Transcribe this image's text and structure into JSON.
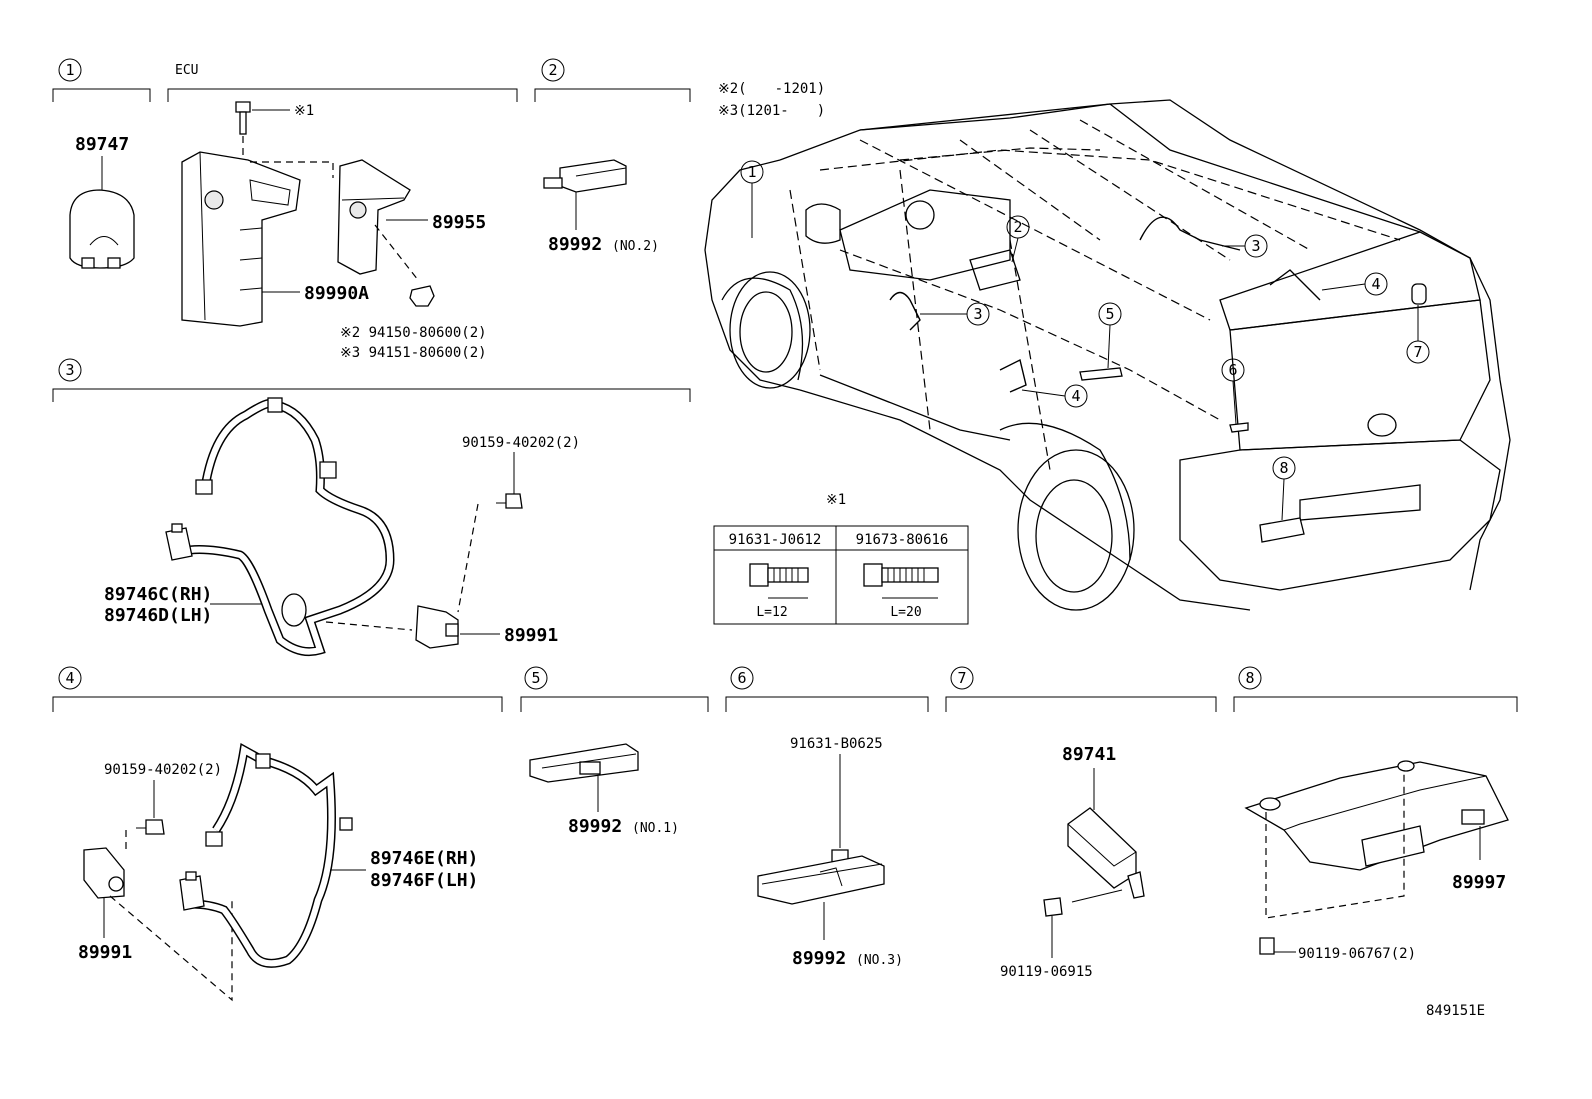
{
  "sections": [
    {
      "num": "1"
    },
    {
      "num": "2"
    },
    {
      "num": "3"
    },
    {
      "num": "4"
    },
    {
      "num": "5"
    },
    {
      "num": "6"
    },
    {
      "num": "7"
    },
    {
      "num": "8"
    }
  ],
  "ecu_label": "ECU",
  "notes": {
    "n2": "※2(　　-1201)",
    "n3": "※3(1201-　　)"
  },
  "parts": {
    "p89747": "89747",
    "p89955": "89955",
    "p89990A": "89990A",
    "mark1": "※1",
    "p94150": "※2 94150-80600(2)",
    "p94151": "※3 94151-80600(2)",
    "p89992_no2": "89992",
    "no2": "(NO.2)",
    "p90159_a": "90159-40202(2)",
    "p89746C": "89746C(RH)",
    "p89746D": "89746D(LH)",
    "p89991_a": "89991",
    "p90159_b": "90159-40202(2)",
    "p89746E": "89746E(RH)",
    "p89746F": "89746F(LH)",
    "p89991_b": "89991",
    "p89992_no1": "89992",
    "no1": "(NO.1)",
    "p91631B": "91631-B0625",
    "p89992_no3": "89992",
    "no3": "(NO.3)",
    "p89741": "89741",
    "p90119_06915": "90119-06915",
    "p89997": "89997",
    "p90119_06767": "90119-06767(2)"
  },
  "bolt_table": {
    "mark": "※1",
    "cols": [
      {
        "part": "91631-J0612",
        "length": "L=12"
      },
      {
        "part": "91673-80616",
        "length": "L=20"
      }
    ]
  },
  "vehicle_callouts": [
    "1",
    "2",
    "3",
    "3",
    "4",
    "4",
    "5",
    "6",
    "7",
    "8"
  ],
  "figure_id": "849151E"
}
